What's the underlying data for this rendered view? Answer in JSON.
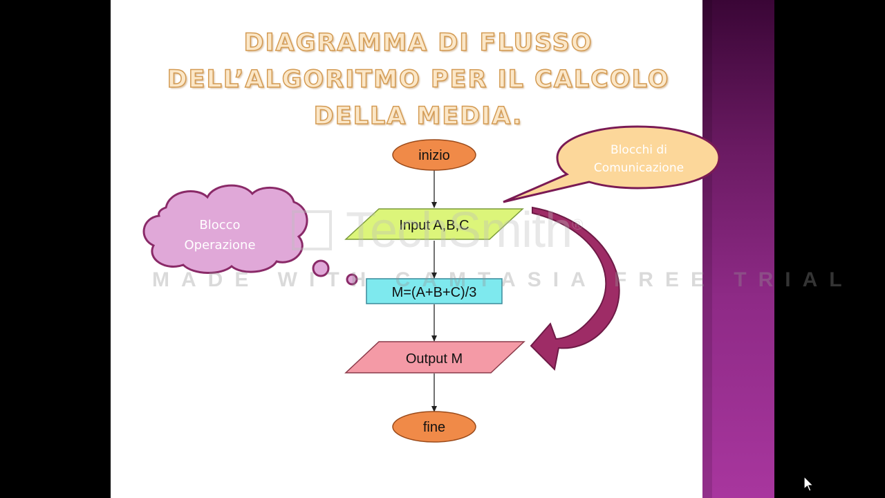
{
  "slide": {
    "title_lines": [
      "DIAGRAMMA DI FLUSSO",
      "DELL’ALGORITMO PER IL CALCOLO",
      "DELLA MEDIA."
    ]
  },
  "flowchart": {
    "start": "inizio",
    "input": "Input A,B,C",
    "operation": "M=(A+B+C)/3",
    "output": "Output M",
    "end": "fine"
  },
  "callouts": {
    "operation_cloud": [
      "Blocco",
      "Operazione"
    ],
    "communication_balloon": [
      "Blocchi di",
      "Comunicazione"
    ]
  },
  "watermark": {
    "brand": "TechSmith",
    "line": "MADE WITH CAMTASIA FREE TRIAL",
    "registered": "®"
  },
  "colors": {
    "terminal": "#f08a48",
    "input": "#dcf57a",
    "operation": "#7ee9ee",
    "output": "#f49aa6",
    "cloud": "#e0a8d8",
    "balloon": "#fcd79a",
    "arrow": "#9e2c66",
    "side_band": "#8e2a86"
  },
  "icons": {
    "cursor": "mouse-pointer-icon"
  }
}
